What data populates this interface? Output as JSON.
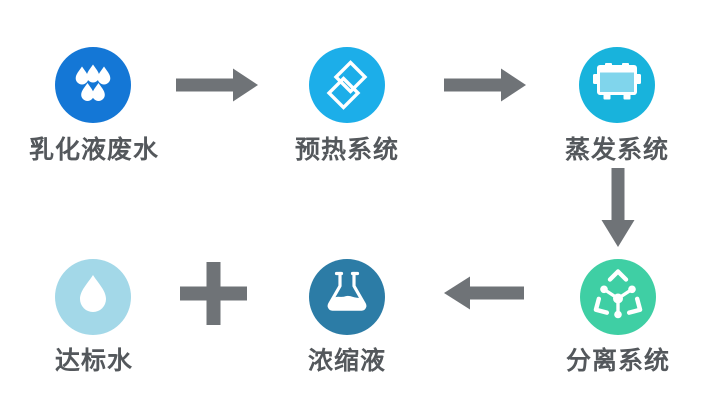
{
  "page": {
    "background": "#ffffff",
    "label_color": "#54585c",
    "arrow_color": "#6f7377"
  },
  "flow": {
    "nodes": [
      {
        "id": "emulsion-wastewater",
        "label": "乳化液废水",
        "icon": "water-drops-icon",
        "circle_color": "#1477d6"
      },
      {
        "id": "preheating-system",
        "label": "预热系统",
        "icon": "layered-diamond-icon",
        "circle_color": "#1caee9"
      },
      {
        "id": "evaporation-system",
        "label": "蒸发系统",
        "icon": "evaporator-icon",
        "circle_color": "#18b3dc"
      },
      {
        "id": "separation-system",
        "label": "分离系统",
        "icon": "recycle-molecule-icon",
        "circle_color": "#3fcfa4"
      },
      {
        "id": "concentrated-liquid",
        "label": "浓缩液",
        "icon": "flask-icon",
        "circle_color": "#2c7ca6"
      },
      {
        "id": "qualified-water",
        "label": "达标水",
        "icon": "water-drop-icon",
        "circle_color": "#a3d8e8"
      }
    ],
    "connectors": [
      {
        "type": "arrow-right",
        "from": "乳化液废水",
        "to": "预热系统"
      },
      {
        "type": "arrow-right",
        "from": "预热系统",
        "to": "蒸发系统"
      },
      {
        "type": "arrow-down",
        "from": "蒸发系统",
        "to": "分离系统"
      },
      {
        "type": "arrow-left",
        "from": "分离系统",
        "to": "浓缩液"
      },
      {
        "type": "plus",
        "between": [
          "达标水",
          "浓缩液"
        ]
      }
    ]
  }
}
